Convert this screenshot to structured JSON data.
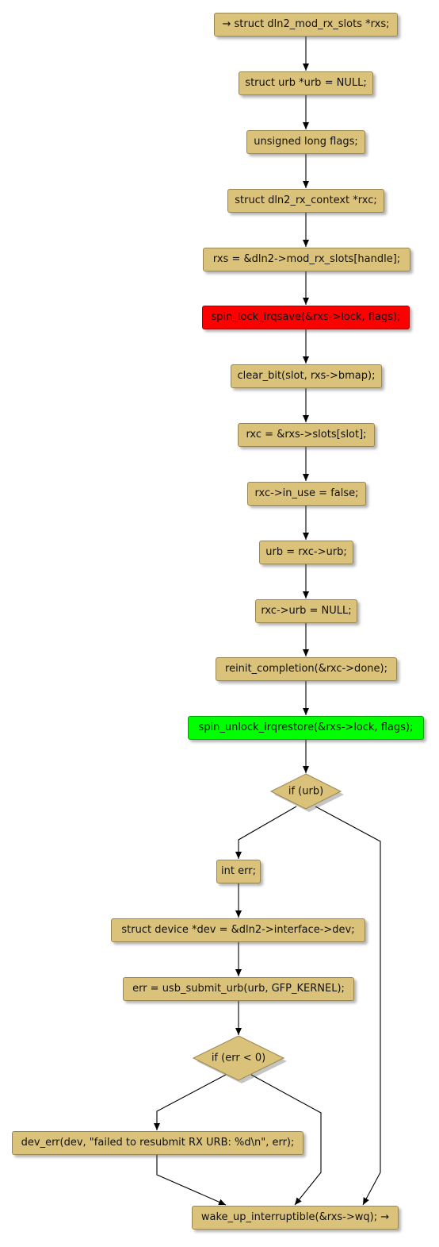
{
  "colors": {
    "node": "#dbc27b",
    "lock": "#ff0000",
    "unlock": "#00ff00",
    "edge": "#000000"
  },
  "statements": [
    "→ struct dln2_mod_rx_slots *rxs;",
    "struct urb *urb = NULL;",
    "unsigned long flags;",
    "struct dln2_rx_context *rxc;",
    "rxs = &dln2->mod_rx_slots[handle];",
    "spin_lock_irqsave(&rxs->lock, flags);",
    "clear_bit(slot, rxs->bmap);",
    "rxc = &rxs->slots[slot];",
    "rxc->in_use = false;",
    "urb = rxc->urb;",
    "rxc->urb = NULL;",
    "reinit_completion(&rxc->done);",
    "spin_unlock_irqrestore(&rxs->lock, flags);"
  ],
  "decision_urb": "if (urb)",
  "branch_urb": [
    "int err;",
    "struct device *dev = &dln2->interface->dev;",
    "err = usb_submit_urb(urb, GFP_KERNEL);"
  ],
  "decision_err": "if (err < 0)",
  "error_stmt": "dev_err(dev, \"failed to resubmit RX URB: %d\\n\", err);",
  "final_stmt": "wake_up_interruptible(&rxs->wq); →"
}
